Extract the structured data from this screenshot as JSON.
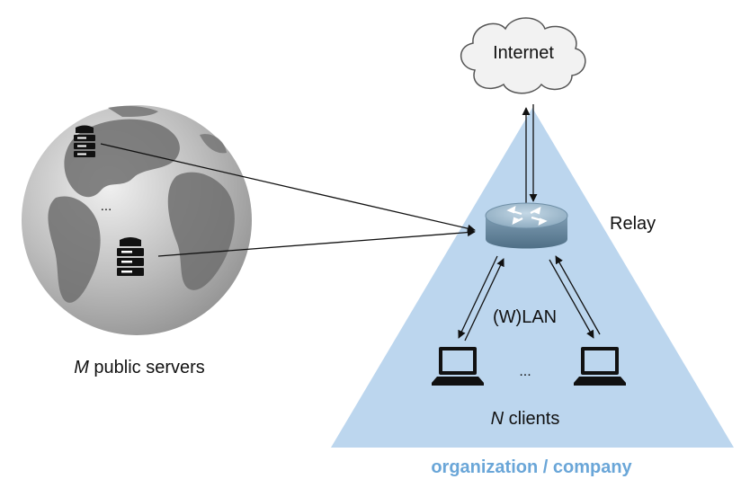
{
  "diagram": {
    "cloud_label": "Internet",
    "relay_label": "Relay",
    "wlan_label": "(W)LAN",
    "servers_label": {
      "italic_part": "M",
      "rest": " public servers"
    },
    "clients_label": {
      "italic_part": "N",
      "rest": " clients"
    },
    "org_label": "organization / company",
    "server_ellipsis": "...",
    "client_ellipsis": "...",
    "colors": {
      "region_fill": "#bcd6ee",
      "org_text": "#6aa6d8",
      "router_body": "#6f8fa6",
      "router_top": "#9cb9cc",
      "cloud_fill": "#f2f2f2",
      "globe_dark": "#7a7a7a",
      "globe_light": "#e6e6e6"
    },
    "icons": [
      "cloud-icon",
      "globe-icon",
      "server-icon",
      "router-icon",
      "laptop-icon"
    ]
  }
}
